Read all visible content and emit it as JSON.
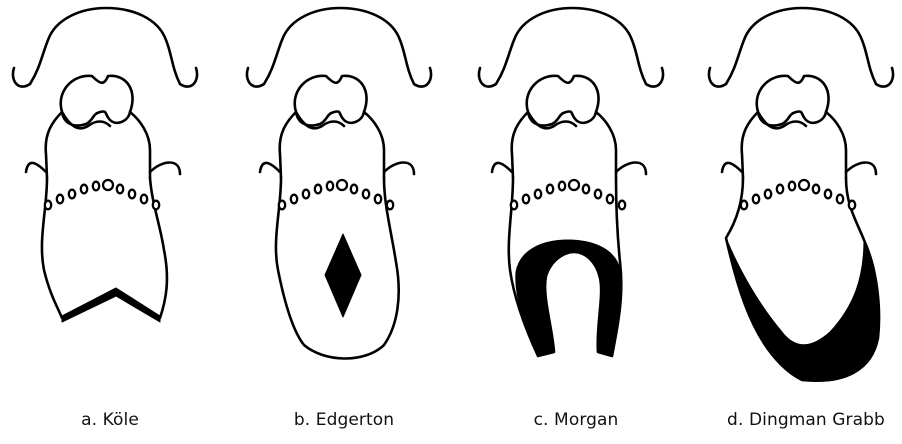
{
  "panels": [
    {
      "id": "kole",
      "caption": "a. Köle",
      "technique": "Köle",
      "excision_shape": "v-notch-border"
    },
    {
      "id": "edgerton",
      "caption": "b. Edgerton",
      "technique": "Edgerton",
      "excision_shape": "central-diamond"
    },
    {
      "id": "morgan",
      "caption": "c. Morgan",
      "technique": "Morgan",
      "excision_shape": "inverted-u"
    },
    {
      "id": "dingman",
      "caption": "d. Dingman Grabb",
      "technique": "Dingman Grabb",
      "excision_shape": "broad-v-crescent"
    }
  ],
  "colors": {
    "line": "#000000",
    "fill": "#000000",
    "background": "#ffffff"
  }
}
